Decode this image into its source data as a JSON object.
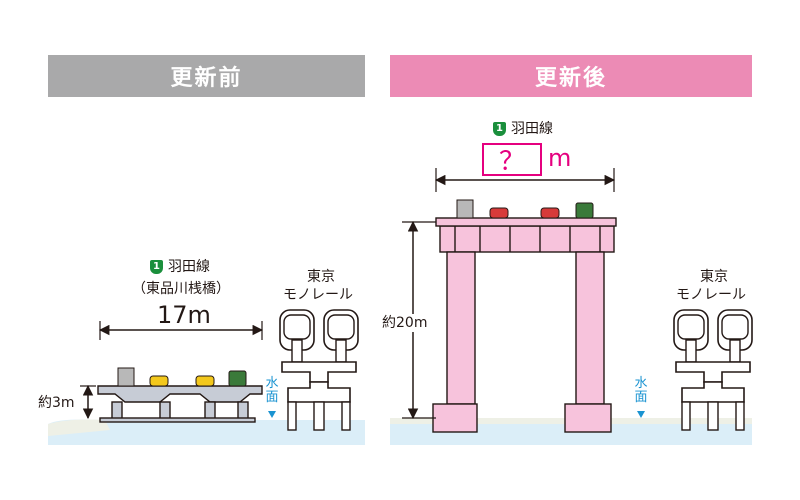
{
  "headers": {
    "before": "更新前",
    "after": "更新後"
  },
  "route": {
    "badge": "1",
    "name": "羽田線"
  },
  "before": {
    "sub_name": "（東品川桟橋）",
    "width": "17m",
    "height": "約3m"
  },
  "after": {
    "width_unknown": "？",
    "width_unit": "m",
    "height": "約20m"
  },
  "monorail": {
    "line1": "東京",
    "line2": "モノレール"
  },
  "water_label": "水面",
  "colors": {
    "header_before": "#a9a9aa",
    "header_after": "#ec8bb5",
    "new_structure": "#f7c3dc",
    "old_structure": "#c7ccd6",
    "water": "#d7edf8",
    "highlight": "#e5007f",
    "route_green": "#1a8f3c"
  }
}
